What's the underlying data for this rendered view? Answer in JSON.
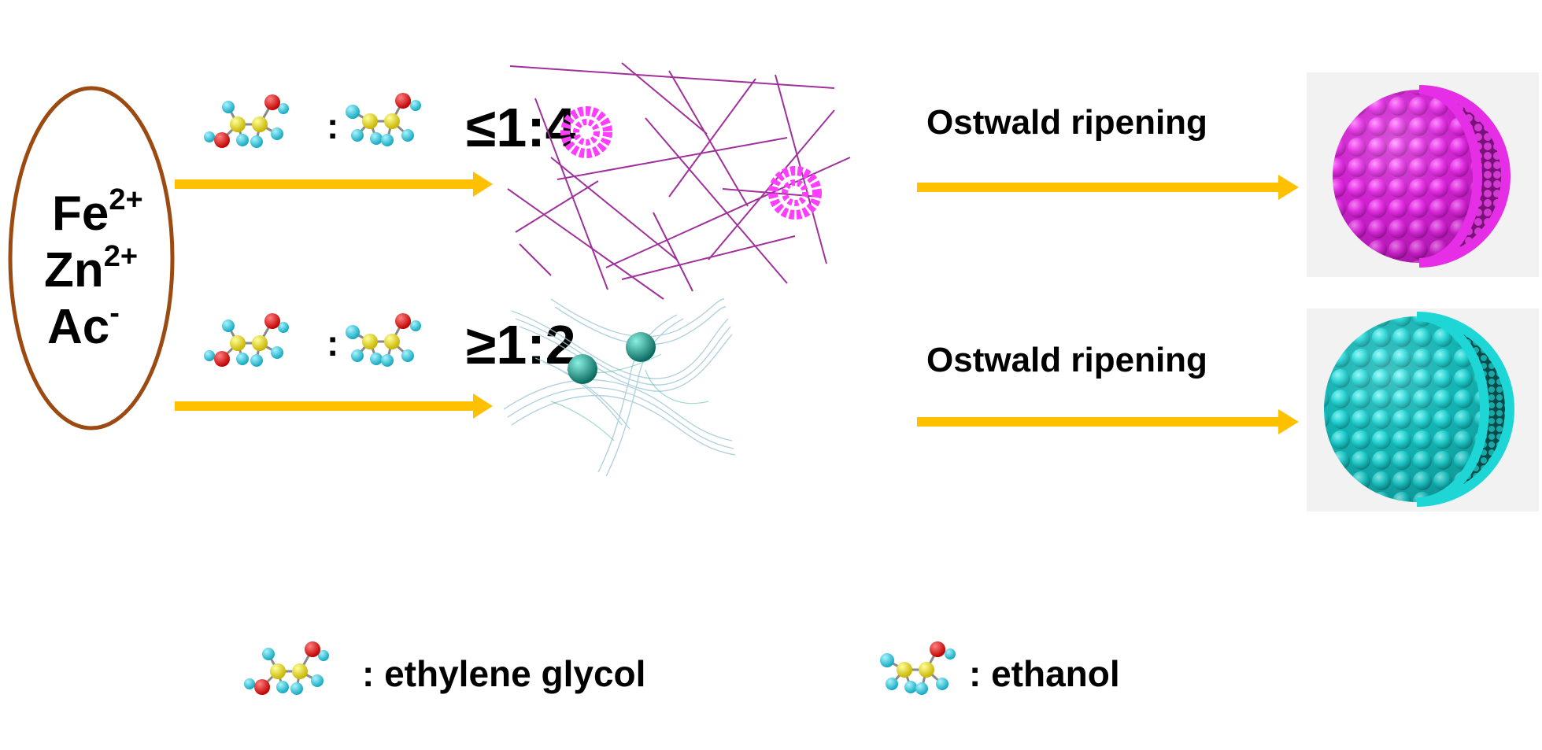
{
  "precursors": {
    "ions": [
      {
        "base": "Fe",
        "charge": "2+"
      },
      {
        "base": "Zn",
        "charge": "2+"
      },
      {
        "base": "Ac",
        "charge": "-"
      }
    ]
  },
  "pathways": [
    {
      "colon": ":",
      "ratio": "≤1:4",
      "step": "Ostwald ripening"
    },
    {
      "colon": ":",
      "ratio": "≥1:2",
      "step": "Ostwald ripening"
    }
  ],
  "legend": {
    "ethylene_glycol": ": ethylene glycol",
    "ethanol": ": ethanol"
  },
  "colors": {
    "ellipse_border": "#9b4a12",
    "arrow": "#ffc000",
    "magenta": "#e62ee6",
    "cyan": "#1fd6d6",
    "carbon": "#e6e600",
    "oxygen": "#e61e1e",
    "hydrogen": "#33d6e6"
  }
}
